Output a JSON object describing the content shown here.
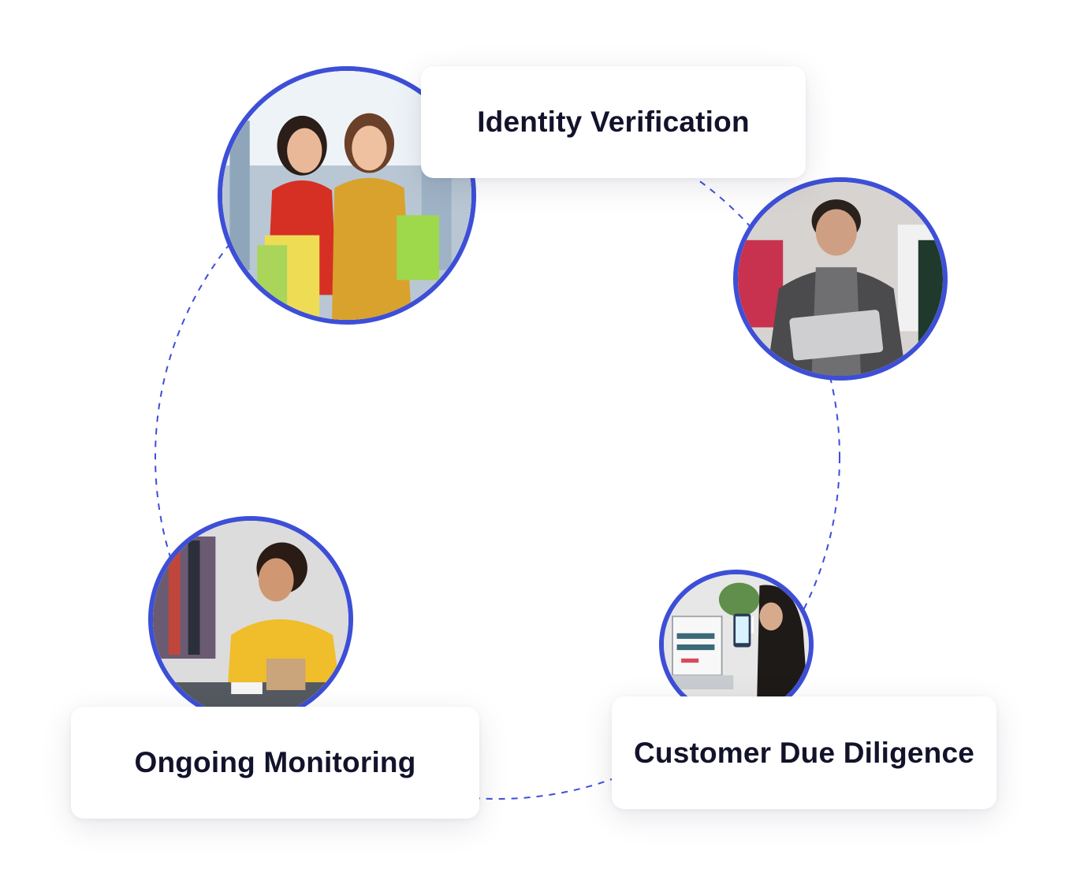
{
  "diagram": {
    "accent_color": "#3d4fd7",
    "text_color": "#12132b",
    "connector": "dashed-circle",
    "steps": [
      {
        "label": "Identity Verification",
        "image": "shoppers-with-bags-photo"
      },
      {
        "label": "Customer Due Diligence",
        "image": "woman-with-phone-and-laptop-photo"
      },
      {
        "label": "Ongoing Monitoring",
        "image": "woman-packing-box-photo"
      }
    ],
    "extra_images": [
      "tailor-with-tablet-photo"
    ]
  }
}
